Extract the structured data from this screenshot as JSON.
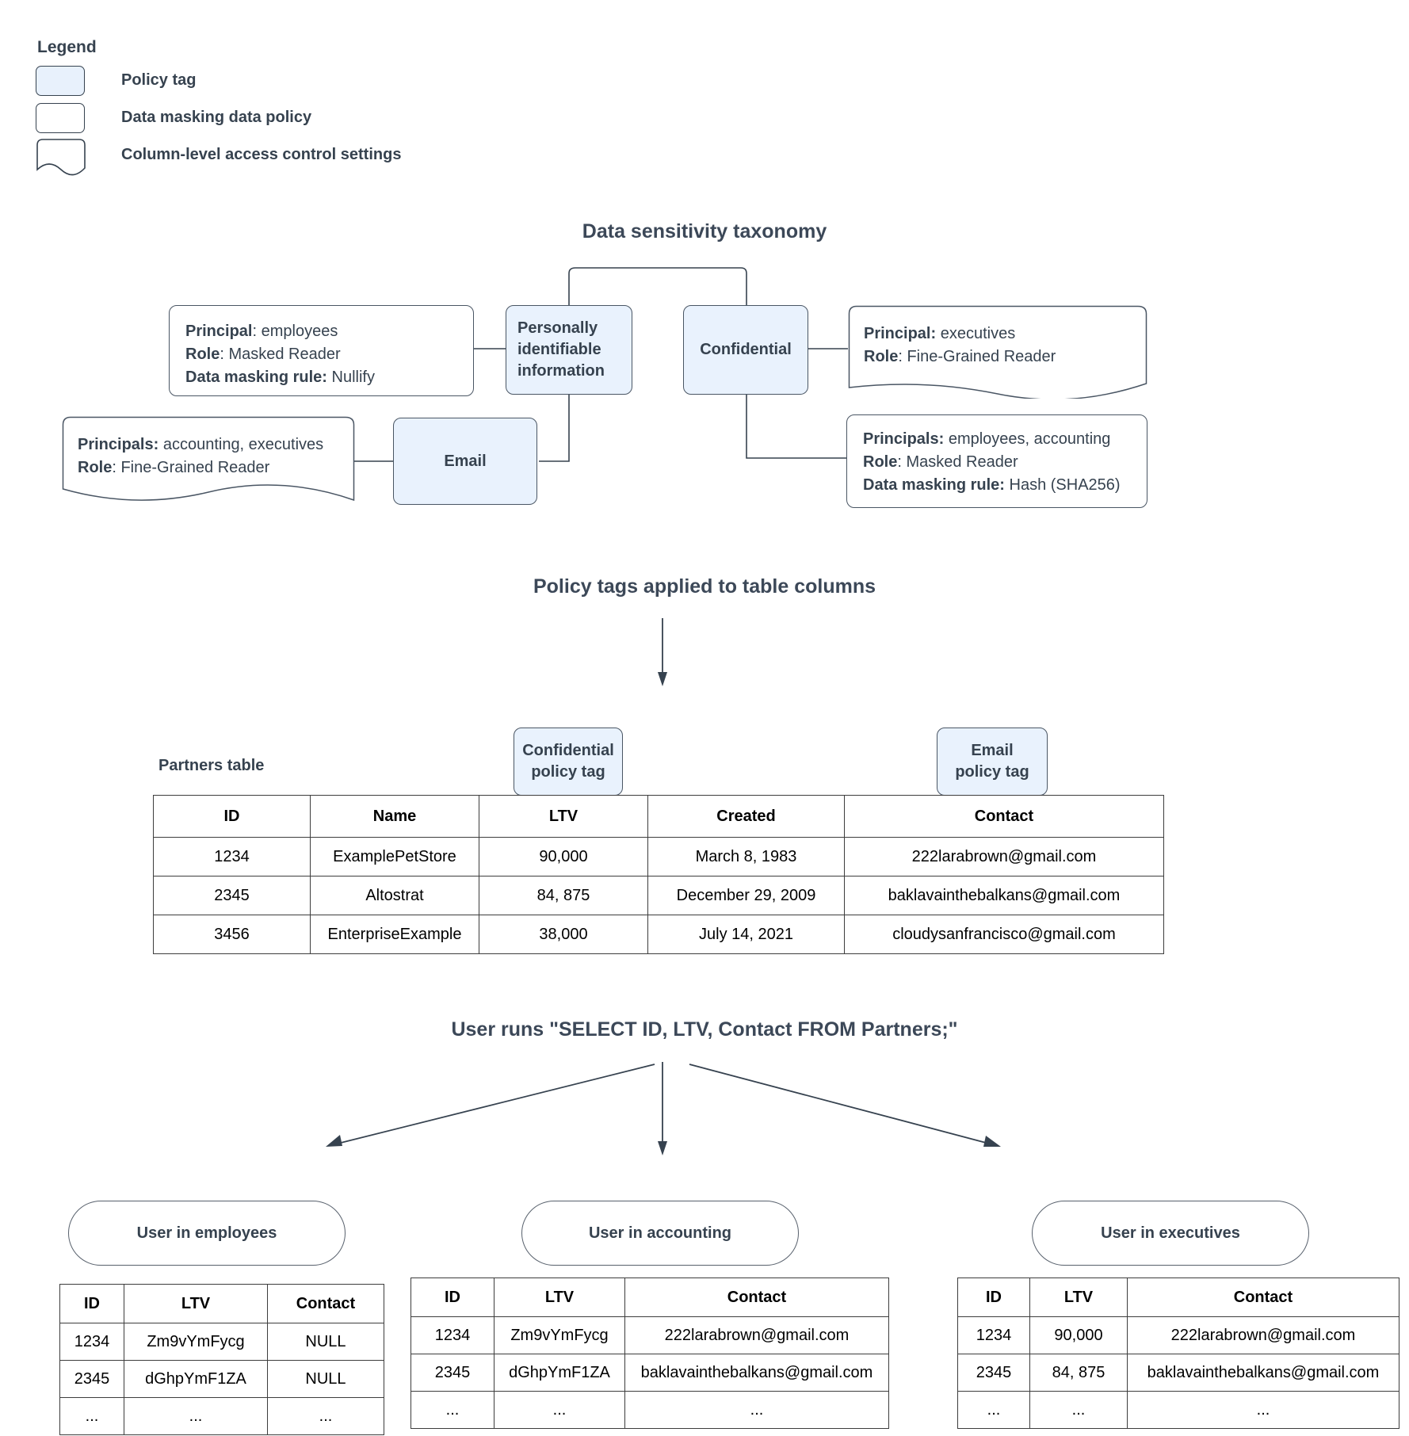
{
  "legend": {
    "title": "Legend",
    "items": [
      {
        "label": "Policy tag",
        "swatch": "policy-tag-swatch"
      },
      {
        "label": "Data masking data policy",
        "swatch": "data-masking-policy-swatch"
      },
      {
        "label": "Column-level access control settings",
        "swatch": "column-acl-swatch"
      }
    ]
  },
  "taxonomy": {
    "heading": "Data sensitivity taxonomy",
    "tags": {
      "pii": "Personally\nidentifiable\ninformation",
      "pii_line1": "Personally",
      "pii_line2": "identifiable",
      "pii_line3": "information",
      "confidential": "Confidential",
      "email": "Email"
    },
    "policies": {
      "pii_masking": {
        "principal_label": "Principal",
        "principal_value": ": employees",
        "role_label": "Role",
        "role_value": ": Masked Reader",
        "rule_label": "Data masking rule:",
        "rule_value": " Nullify"
      },
      "email_acl": {
        "principals_label": "Principals:",
        "principals_value": " accounting, executives",
        "role_label": "Role",
        "role_value": ": Fine-Grained Reader"
      },
      "confidential_acl": {
        "principal_label": "Principal:",
        "principal_value": " executives",
        "role_label": "Role",
        "role_value": ": Fine-Grained Reader"
      },
      "confidential_masking": {
        "principals_label": "Principals:",
        "principals_value": " employees, accounting",
        "role_label": "Role",
        "role_value": ": Masked Reader",
        "rule_label": "Data masking rule:",
        "rule_value": " Hash (SHA256)"
      }
    }
  },
  "applied": {
    "heading": "Policy tags applied to table columns",
    "table_caption": "Partners table",
    "column_tags": {
      "ltv": {
        "line1": "Confidential",
        "line2": "policy tag"
      },
      "contact": {
        "line1": "Email",
        "line2": "policy tag"
      }
    },
    "partners_table": {
      "columns": [
        "ID",
        "Name",
        "LTV",
        "Created",
        "Contact"
      ],
      "rows": [
        [
          "1234",
          "ExamplePetStore",
          "90,000",
          "March 8, 1983",
          "222larabrown@gmail.com"
        ],
        [
          "2345",
          "Altostrat",
          "84, 875",
          "December 29, 2009",
          "baklavainthebalkans@gmail.com"
        ],
        [
          "3456",
          "EnterpriseExample",
          "38,000",
          "July 14, 2021",
          "cloudysanfrancisco@gmail.com"
        ]
      ]
    }
  },
  "query": {
    "heading": "User runs \"SELECT ID, LTV, Contact FROM Partners;\""
  },
  "results": [
    {
      "persona": "User in employees",
      "columns": [
        "ID",
        "LTV",
        "Contact"
      ],
      "rows": [
        [
          "1234",
          "Zm9vYmFycg",
          "NULL"
        ],
        [
          "2345",
          "dGhpYmF1ZA",
          "NULL"
        ],
        [
          "...",
          "...",
          "..."
        ]
      ]
    },
    {
      "persona": "User in accounting",
      "columns": [
        "ID",
        "LTV",
        "Contact"
      ],
      "rows": [
        [
          "1234",
          "Zm9vYmFycg",
          "222larabrown@gmail.com"
        ],
        [
          "2345",
          "dGhpYmF1ZA",
          "baklavainthebalkans@gmail.com"
        ],
        [
          "...",
          "...",
          "..."
        ]
      ]
    },
    {
      "persona": "User in executives",
      "columns": [
        "ID",
        "LTV",
        "Contact"
      ],
      "rows": [
        [
          "1234",
          "90,000",
          "222larabrown@gmail.com"
        ],
        [
          "2345",
          "84, 875",
          "baklavainthebalkans@gmail.com"
        ],
        [
          "...",
          "...",
          "..."
        ]
      ]
    }
  ],
  "colors": {
    "policy_tag_fill": "#e9f2fd",
    "stroke": "#4a5664",
    "text": "#36424f"
  }
}
